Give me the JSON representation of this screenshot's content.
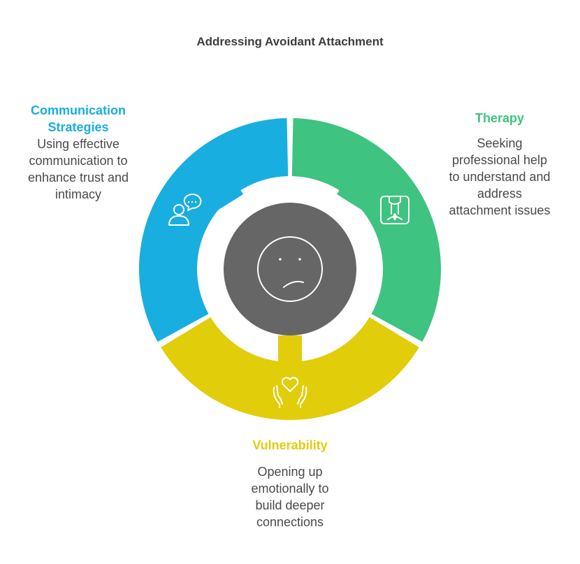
{
  "title": "Addressing Avoidant Attachment",
  "center": {
    "icon": "sad-face-icon",
    "color": "#666666"
  },
  "segments": [
    {
      "id": "communication",
      "heading_lines": [
        "Communication",
        "Strategies"
      ],
      "description_lines": [
        "Using effective",
        "communication to",
        "enhance trust and",
        "intimacy"
      ],
      "color": "#19aee0",
      "icon": "speech-bubble-person-icon"
    },
    {
      "id": "therapy",
      "heading_lines": [
        "Therapy"
      ],
      "description_lines": [
        "Seeking",
        "professional help",
        "to understand and",
        "address",
        "attachment issues"
      ],
      "color": "#3fc380",
      "icon": "therapist-coat-icon"
    },
    {
      "id": "vulnerability",
      "heading_lines": [
        "Vulnerability"
      ],
      "description_lines": [
        "Opening up",
        "emotionally to",
        "build deeper",
        "connections"
      ],
      "color": "#e2cd0a",
      "icon": "hands-heart-icon"
    }
  ]
}
